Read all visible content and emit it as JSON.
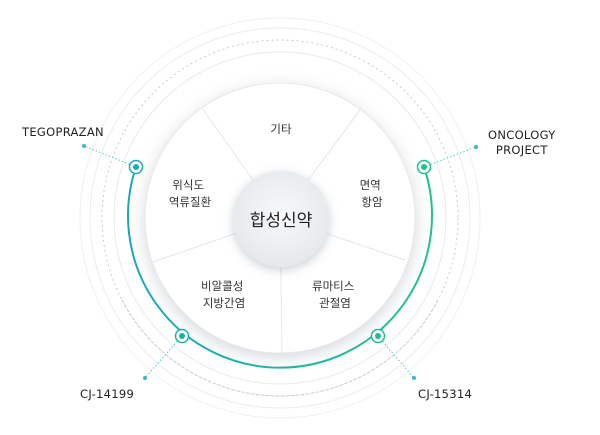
{
  "center": {
    "label": "합성신약"
  },
  "segments": [
    {
      "lines": [
        "기타"
      ]
    },
    {
      "lines": [
        "면역",
        "항암"
      ]
    },
    {
      "lines": [
        "류마티스",
        "관절염"
      ]
    },
    {
      "lines": [
        "비알콜성",
        "지방간염"
      ]
    },
    {
      "lines": [
        "위식도",
        "역류질환"
      ]
    }
  ],
  "callouts": {
    "tegoprazan": "TEGOPRAZAN",
    "oncology_line1": "ONCOLOGY",
    "oncology_line2": "PROJECT",
    "cj14199": "CJ-14199",
    "cj15314": "CJ-15314"
  },
  "colors": {
    "arc_start": "#1aa9b6",
    "arc_end": "#21c18a",
    "ring_line": "#c9ced3",
    "disc_shadow": "#d2d6db"
  }
}
